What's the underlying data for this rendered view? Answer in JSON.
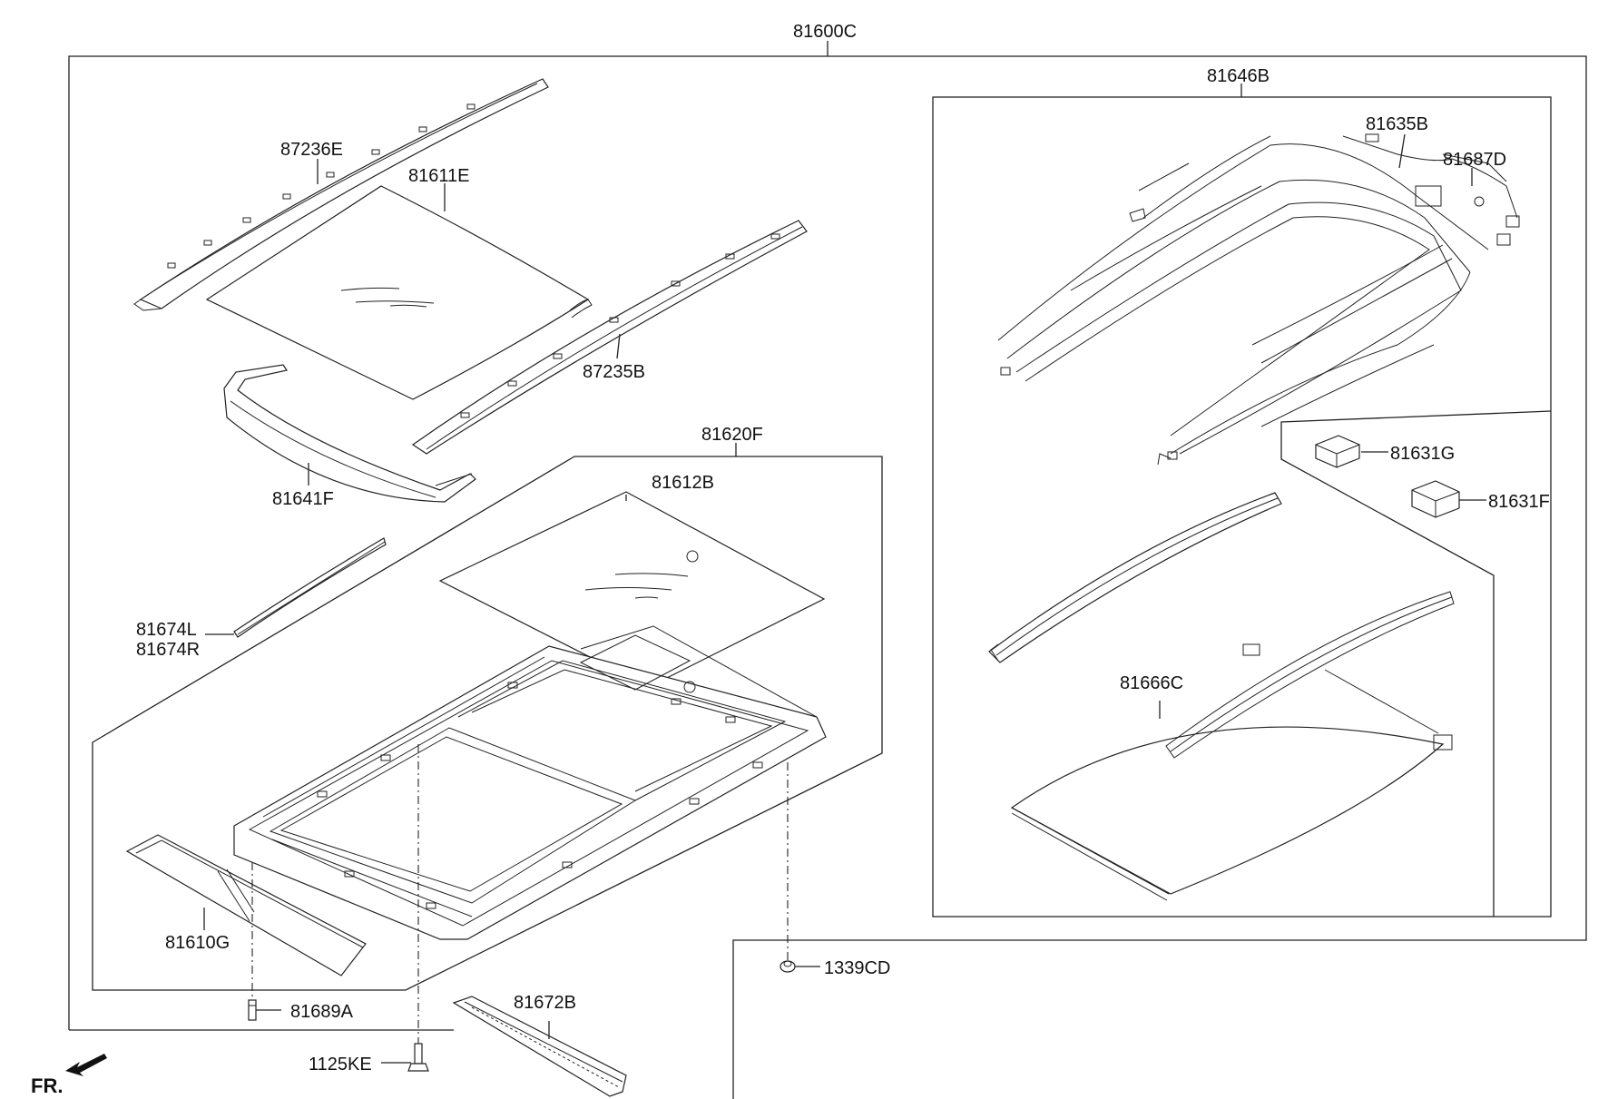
{
  "diagram": {
    "front_marker": "FR.",
    "assembly_label": "81600C",
    "parts": {
      "p81646B": "81646B",
      "p81635B": "81635B",
      "p81687D": "81687D",
      "p87236E": "87236E",
      "p81611E": "81611E",
      "p87235B": "87235B",
      "p81641F": "81641F",
      "p81620F": "81620F",
      "p81612B": "81612B",
      "p81674L": "81674L",
      "p81674R": "81674R",
      "p81631G": "81631G",
      "p81631F": "81631F",
      "p81666C": "81666C",
      "p81610G": "81610G",
      "p81689A": "81689A",
      "p1339CD": "1339CD",
      "p81672B": "81672B",
      "p1125KE": "1125KE"
    }
  }
}
